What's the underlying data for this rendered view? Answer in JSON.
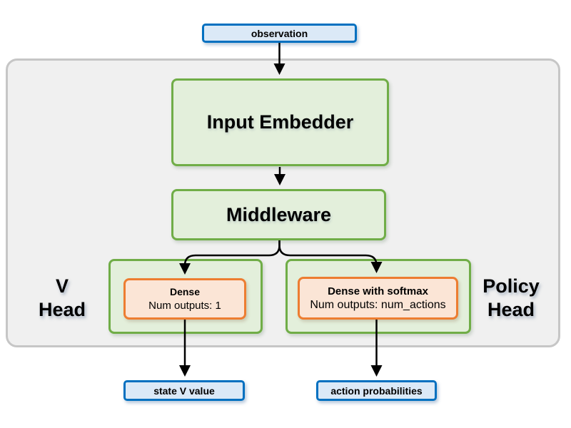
{
  "diagram": {
    "nodes": {
      "observation": {
        "label": "observation"
      },
      "input_embedder": {
        "label": "Input Embedder"
      },
      "middleware": {
        "label": "Middleware"
      },
      "v_head": {
        "label_line1": "V",
        "label_line2": "Head",
        "dense": {
          "title": "Dense",
          "subtitle": "Num outputs: 1"
        }
      },
      "policy_head": {
        "label_line1": "Policy",
        "label_line2": "Head",
        "dense": {
          "title": "Dense with softmax",
          "subtitle": "Num outputs: num_actions"
        }
      },
      "state_v_value": {
        "label": "state V value"
      },
      "action_probabilities": {
        "label": "action probabilities"
      }
    },
    "colors": {
      "blue_border": "#0070c0",
      "blue_fill": "#dbe9f7",
      "green_border": "#70ad47",
      "green_fill": "#e3efdb",
      "orange_border": "#ed7d31",
      "orange_fill": "#fbe5d6",
      "container_fill": "#f0f0f0",
      "container_border": "#c6c6c6",
      "arrow": "#000000"
    }
  }
}
